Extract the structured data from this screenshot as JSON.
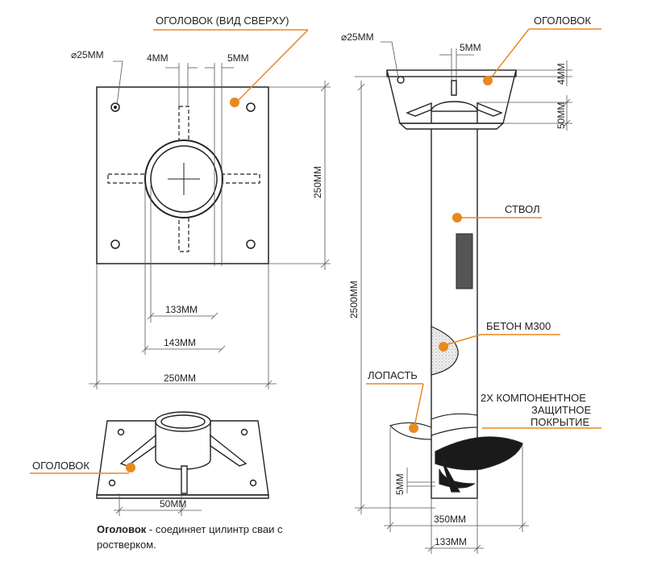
{
  "labels": {
    "top_view_title": "ОГОЛОВОК (ВИД СВЕРХУ)",
    "head_right": "ОГОЛОВОК",
    "head_bottom": "ОГОЛОВОК",
    "shaft": "СТВОЛ",
    "concrete": "БЕТОН М300",
    "blade": "ЛОПАСТЬ",
    "coating_line1": "2Х КОМПОНЕНТНОЕ",
    "coating_line2": "ЗАЩИТНОЕ",
    "coating_line3": "ПОКРЫТИЕ"
  },
  "dimensions": {
    "hole_left": "⌀25ММ",
    "slot_4": "4ММ",
    "slot_5": "5ММ",
    "plate_height": "250ММ",
    "d_133": "133ММ",
    "d_143": "143ММ",
    "plate_width": "250ММ",
    "plate_bottom_50": "50ММ",
    "hole_right": "⌀25ММ",
    "side_5": "5ММ",
    "side_4": "4ММ",
    "side_50": "50ММ",
    "total_length": "2500ММ",
    "blade_5": "5ММ",
    "blade_350": "350ММ",
    "pipe_133": "133ММ"
  },
  "caption": {
    "bold": "Оголовок",
    "rest": " - соединяет цилинтр сваи с ростверком."
  },
  "colors": {
    "accent": "#E8891E",
    "line": "#222222",
    "dim": "#555555"
  }
}
